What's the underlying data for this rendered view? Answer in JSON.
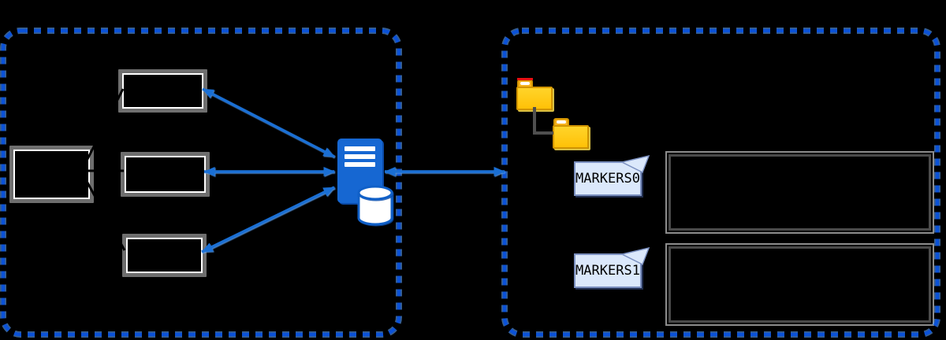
{
  "palette": {
    "container_dash_blue": "#0b52d8",
    "container_dash_glow": "#5b9ef0",
    "arrow_blue": "#1a6fd4",
    "server_blue": "#1667d2",
    "cylinder_stroke": "#1060c8",
    "folder_yellow": "#ffc60b",
    "folder_tab": "#f7b21c",
    "folder_outline": "#d29500",
    "folder_accent_red": "#e81010",
    "card_fill": "#dbe8fb",
    "card_stroke": "#7b90c0",
    "box_border_gray": "#6e6e6e",
    "bigbox_border_gray": "#4a4a4a",
    "connector_gray": "#4f4f4f",
    "background": "#000000"
  },
  "left_panel": {
    "icons": {
      "server": "server-database-icon"
    },
    "boxes": {
      "count": 4,
      "note": "empty gray boxes, no visible text"
    }
  },
  "right_panel": {
    "icons": {
      "folders": [
        "folder-icon",
        "subfolder-icon"
      ]
    },
    "cards": [
      {
        "label": "MARKERS0"
      },
      {
        "label": "MARKERS1"
      }
    ],
    "detail_boxes": {
      "count": 2,
      "note": "empty gray outlined rectangles, no visible text"
    }
  }
}
